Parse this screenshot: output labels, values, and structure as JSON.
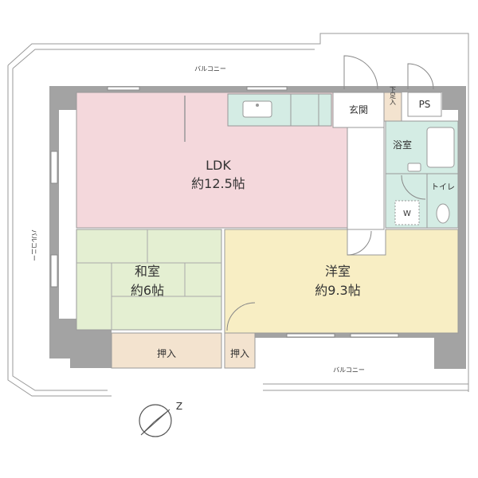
{
  "balconies": {
    "top": "バルコニー",
    "left": "バルコニー",
    "bottom": "バルコニー"
  },
  "rooms": {
    "ldk": {
      "name": "LDK",
      "size": "約12.5帖"
    },
    "washitsu": {
      "name": "和室",
      "size": "約6帖"
    },
    "yoshitsu": {
      "name": "洋室",
      "size": "約9.3帖"
    },
    "genkan": "玄関",
    "shoe_box": "下足入",
    "ps": "PS",
    "bath": "浴室",
    "toilet": "トイレ",
    "washer": "W",
    "closet_1": "押入",
    "closet_2": "押入"
  },
  "compass": {
    "label": "Z"
  },
  "colors": {
    "ldk": "#f4d8dc",
    "washitsu": "#e4efd2",
    "yoshitsu": "#f8eec4",
    "wet": "#d4ece4",
    "closet": "#f3e3cf",
    "wall": "#a3a3a3",
    "entry": "#ffffff"
  }
}
